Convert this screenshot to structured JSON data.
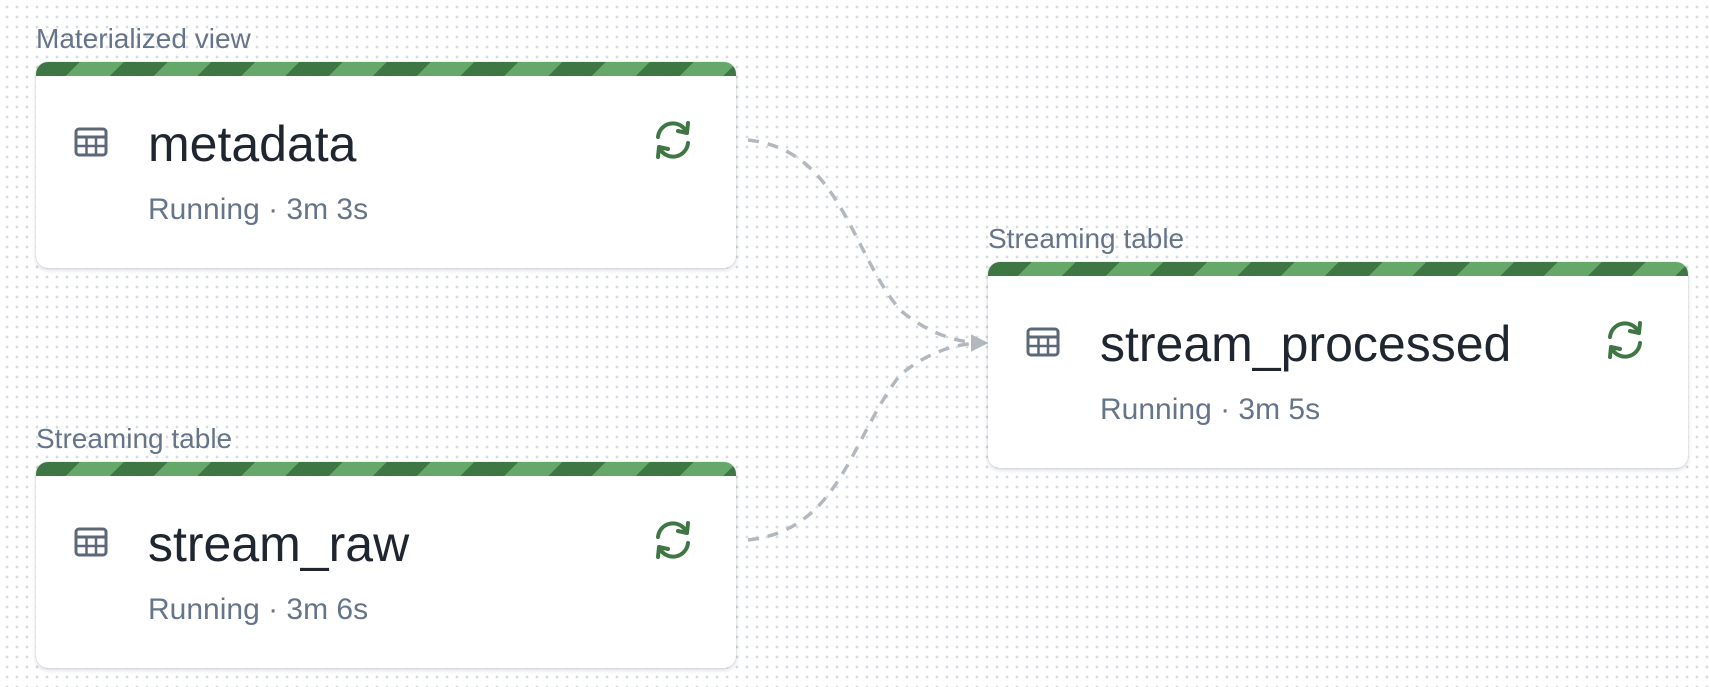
{
  "nodes": [
    {
      "type_label": "Materialized view",
      "name": "metadata",
      "status": "Running · 3m 3s"
    },
    {
      "type_label": "Streaming table",
      "name": "stream_raw",
      "status": "Running · 3m 6s"
    },
    {
      "type_label": "Streaming table",
      "name": "stream_processed",
      "status": "Running · 3m 5s"
    }
  ],
  "colors": {
    "status_dark": "#3f7744",
    "status_light": "#66a86a",
    "refresh_icon": "#3f7744",
    "edge": "#b3b8bf"
  },
  "icons": {
    "node_icon": "table-icon",
    "action_icon": "refresh-icon"
  }
}
